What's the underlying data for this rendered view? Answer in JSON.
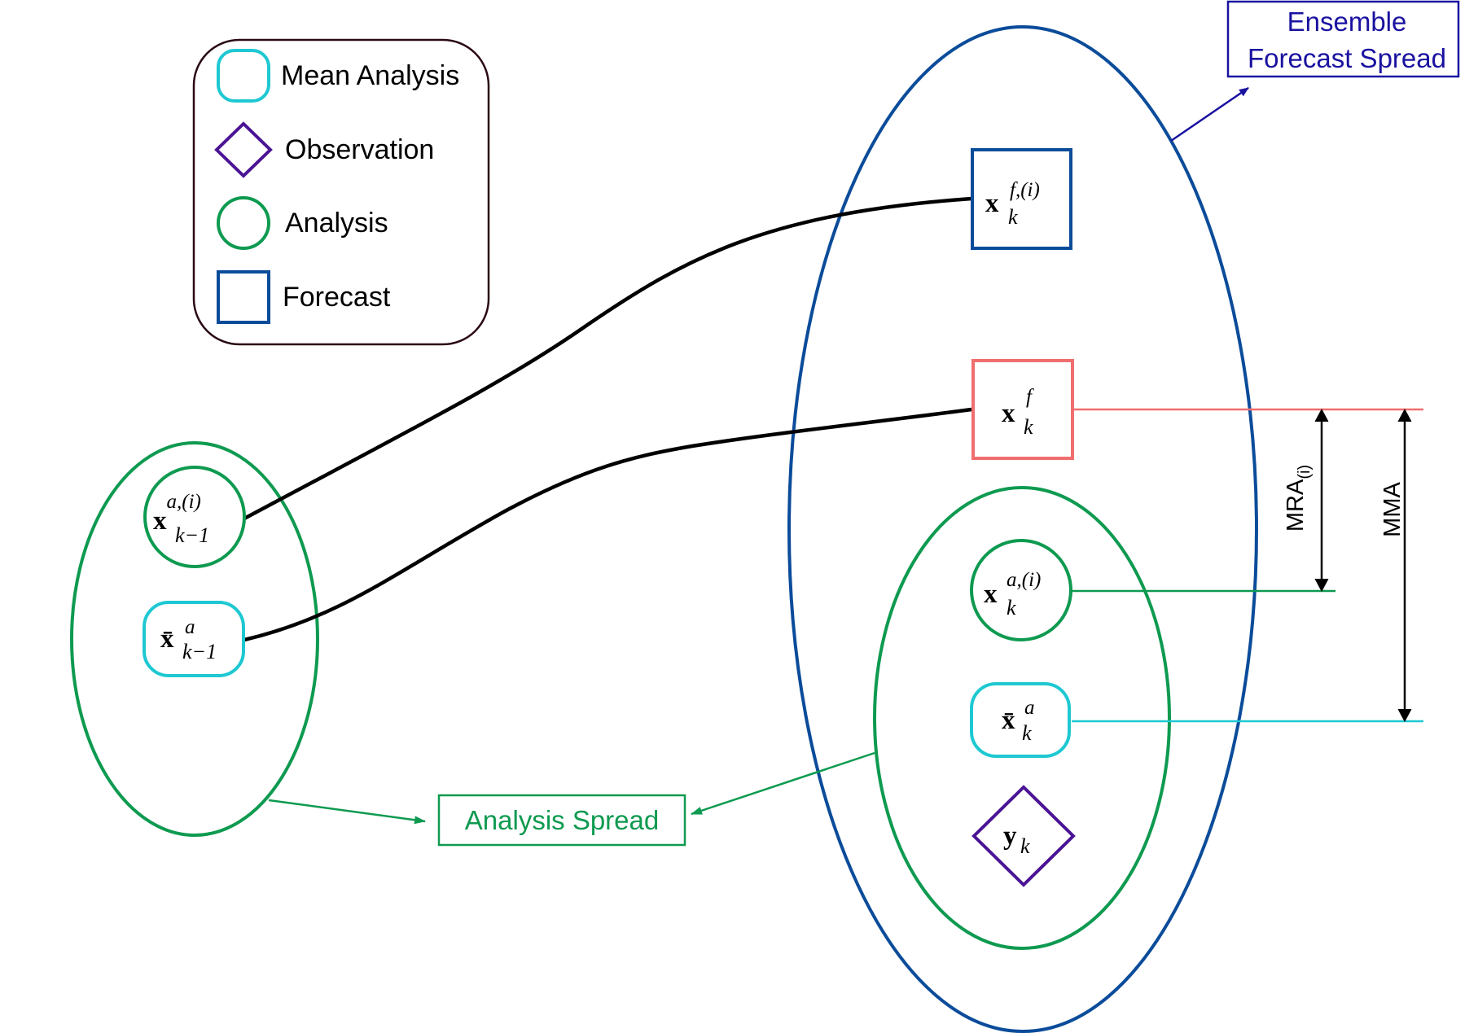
{
  "legend": {
    "items": [
      {
        "label": "Mean Analysis",
        "shape": "rounded-square",
        "color": "#1ec8d2"
      },
      {
        "label": "Observation",
        "shape": "diamond",
        "color": "#4a1494"
      },
      {
        "label": "Analysis",
        "shape": "circle",
        "color": "#0e9a50"
      },
      {
        "label": "Forecast",
        "shape": "square",
        "color": "#0b4c9a"
      }
    ]
  },
  "callouts": {
    "ensemble_line1": "Ensemble",
    "ensemble_line2": "Forecast Spread",
    "analysis_spread": "Analysis Spread"
  },
  "measures": {
    "mra_base": "MRA",
    "mra_sub": "(i)",
    "mma": "MMA"
  },
  "math": {
    "bold_x": "x",
    "bold_xbar": "x̄",
    "bold_y": "y",
    "sup_a_i": "a,(i)",
    "sup_a": "a",
    "sup_f_i": "f,(i)",
    "sup_f": "f",
    "sub_k": "k",
    "sub_k_minus_1": "k−1"
  },
  "colors": {
    "analysis": "#0e9a50",
    "mean_analysis": "#1ec8d2",
    "forecast": "#0b4c9a",
    "mean_forecast": "#f06e6e",
    "observation": "#4a1494",
    "ensemble_callout": "#1a12a0",
    "link": "#000000",
    "legend_border": "#2a0a14"
  }
}
